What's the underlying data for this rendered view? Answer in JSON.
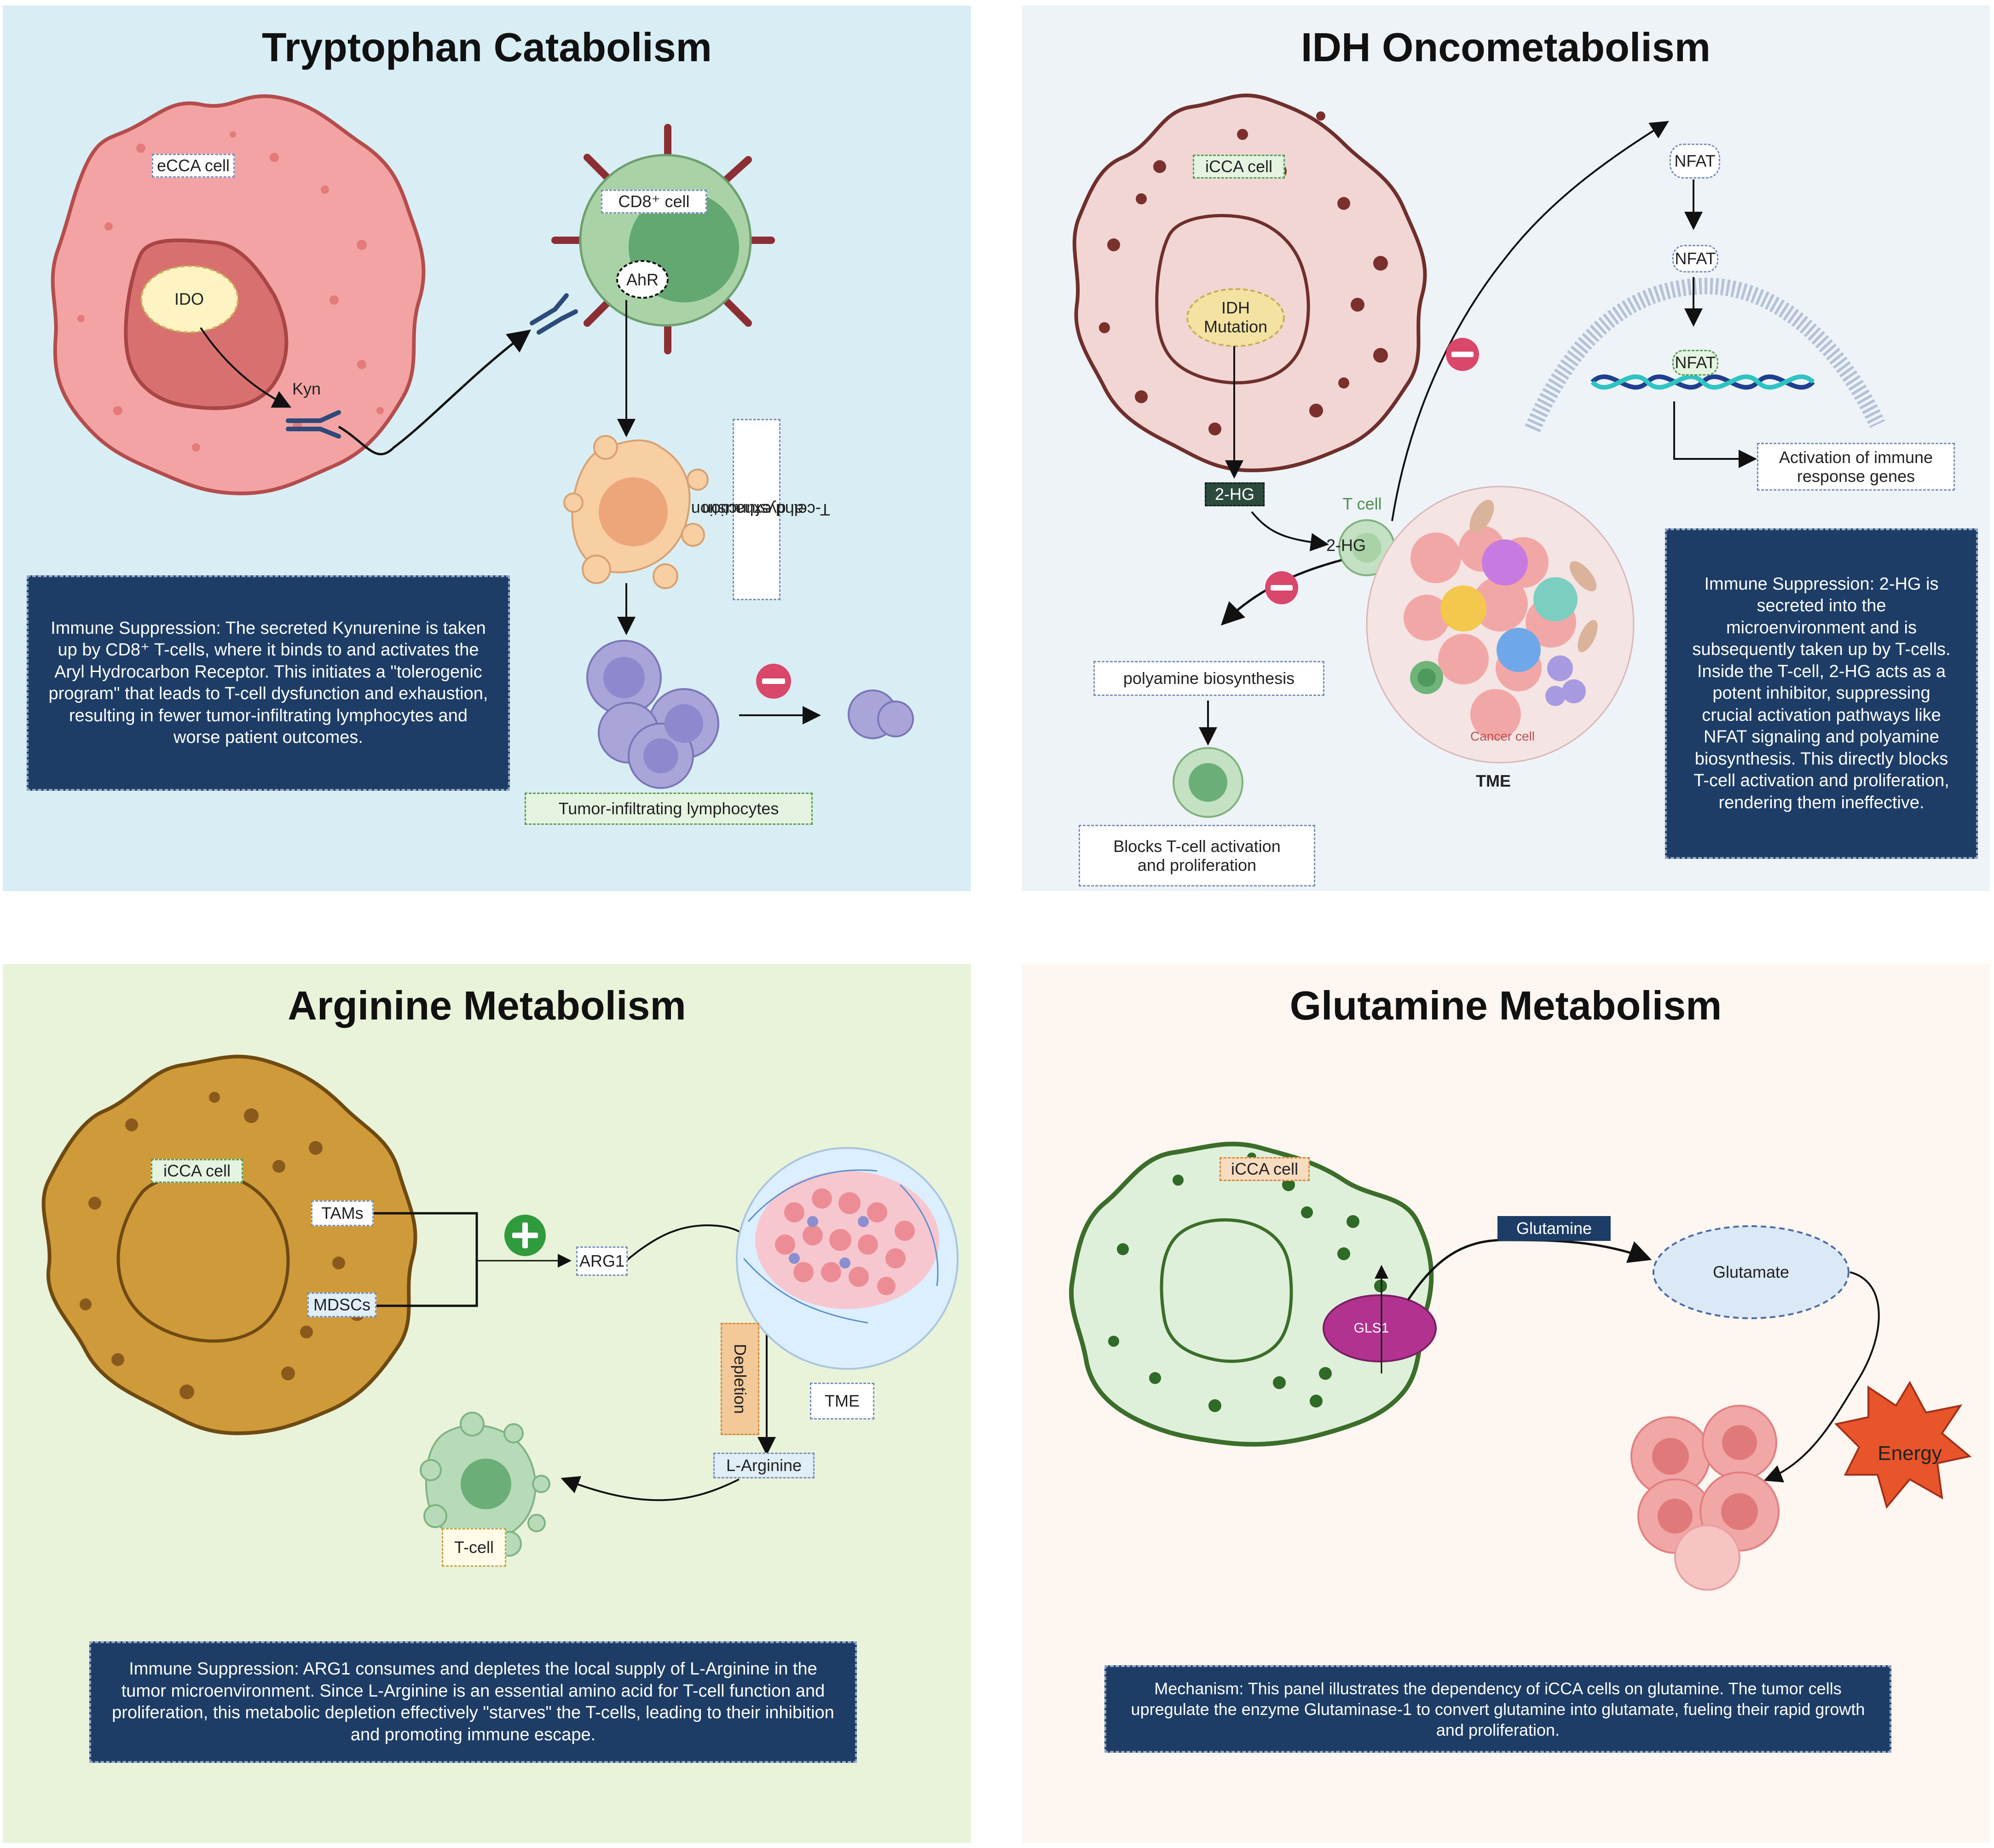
{
  "panels": {
    "tryptophan": {
      "title": "Tryptophan Catabolism",
      "ecca_cell": "eCCA cell",
      "ido": "IDO",
      "kyn": "Kyn",
      "cd8_cell": "CD8⁺ cell",
      "ahr": "AhR",
      "dysfunction_line1": "T-cell dysfunction",
      "dysfunction_line2": "and exhaustion",
      "til": "Tumor-infiltrating lymphocytes",
      "note": "Immune Suppression: The secreted Kynurenine is taken up by CD8⁺ T-cells, where it binds to and activates the Aryl Hydrocarbon Receptor. This initiates a \"tolerogenic program\" that leads to T-cell dysfunction and exhaustion, resulting in fewer tumor-infiltrating lymphocytes and worse patient outcomes."
    },
    "idh": {
      "title": "IDH Oncometabolism",
      "icca_cell": "iCCA cell",
      "idh_mutation_line1": "IDH",
      "idh_mutation_line2": "Mutation",
      "two_hg_box": "2-HG",
      "two_hg_label": "2-HG",
      "t_cell": "T cell",
      "nfat_1": "NFAT",
      "nfat_2": "NFAT",
      "nfat_3": "NFAT",
      "activation_line1": "Activation of immune",
      "activation_line2": "response genes",
      "polyamine": "polyamine biosynthesis",
      "blocks_line1": "Blocks T-cell activation",
      "blocks_line2": "and proliferation",
      "cancer_cell": "Cancer cell",
      "tme": "TME",
      "note": "Immune Suppression: 2-HG is secreted into the microenvironment and is subsequently taken up by T-cells. Inside the T-cell, 2-HG acts as a potent inhibitor, suppressing crucial activation pathways like NFAT signaling and polyamine biosynthesis. This directly blocks T-cell activation and proliferation, rendering them ineffective."
    },
    "arginine": {
      "title": "Arginine Metabolism",
      "icca_cell": "iCCA cell",
      "tams": "TAMs",
      "mdscs": "MDSCs",
      "arg1": "ARG1",
      "depletion": "Depletion",
      "tme": "TME",
      "l_arginine": "L-Arginine",
      "t_cell": "T-cell",
      "note": "Immune Suppression: ARG1 consumes and depletes the local supply of L-Arginine in the tumor microenvironment. Since L-Arginine is an essential amino acid for T-cell function and proliferation, this metabolic depletion effectively \"starves\" the T-cells, leading to their inhibition and promoting immune escape."
    },
    "glutamine": {
      "title": "Glutamine Metabolism",
      "icca_cell": "iCCA cell",
      "glutamine": "Glutamine",
      "gls1": "GLS1",
      "glutamate": "Glutamate",
      "energy": "Energy",
      "note": "Mechanism: This panel illustrates the dependency of iCCA cells on glutamine. The tumor cells upregulate the enzyme Glutaminase-1 to convert glutamine into glutamate, fueling their rapid growth and proliferation."
    }
  },
  "colors": {
    "tryptophan_bg": "#d8eef4",
    "idh_bg": "#eef3f8",
    "arginine_bg": "#e9f3d9",
    "glutamine_bg": "#fdf6f1",
    "note_bg": "#1d3d66",
    "inhibit": "#d9476a",
    "promote": "#2f9b3d"
  }
}
